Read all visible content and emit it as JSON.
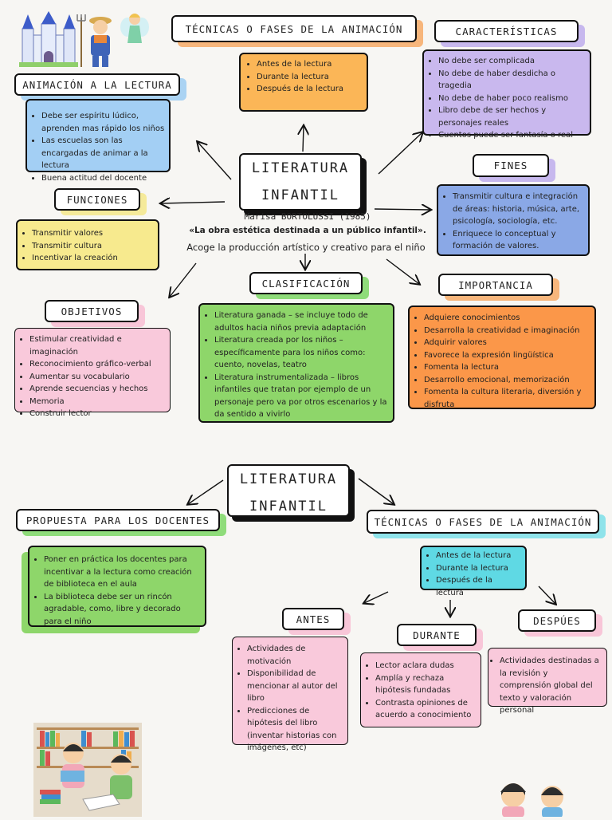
{
  "top_map": {
    "center_title": [
      "LITERATURA",
      "INFANTIL"
    ],
    "author": "Marisa BORTOLUSSI (1985)",
    "quote": "«La obra estética destinada a un público infantil».",
    "description": "Acoge la producción artístico y creativo para el niño",
    "tecnicas": {
      "title": "TÉCNICAS O FASES DE LA ANIMACIÓN",
      "items": [
        "Antes de la lectura",
        "Durante la lectura",
        "Después de la lectura"
      ]
    },
    "caracteristicas": {
      "title": "CARACTERÍSTICAS",
      "items": [
        "No debe ser complicada",
        "No debe de haber desdicha o tragedia",
        "No debe de haber poco realismo",
        "Libro debe de ser hechos y personajes reales",
        "Cuentos puede ser fantasía o real"
      ]
    },
    "animacion": {
      "title": "ANIMACIÓN A LA LECTURA",
      "items": [
        "Debe ser espíritu lúdico, aprenden mas rápido los niños",
        " Las escuelas son las encargadas de animar a la lectura",
        "Buena actitud del docente"
      ]
    },
    "fines": {
      "title": "FINES",
      "items": [
        "Transmitir cultura e integración de áreas: historia, música, arte, psicología, sociología, etc.",
        "Enriquece lo conceptual y formación de valores."
      ]
    },
    "funciones": {
      "title": "FUNCIONES",
      "items": [
        "Transmitir valores",
        "Transmitir cultura",
        "Incentivar la creación"
      ]
    },
    "objetivos": {
      "title": "OBJETIVOS",
      "items": [
        "Estimular creatividad e imaginación",
        "Reconocimiento gráfico-verbal",
        "Aumentar su vocabulario",
        "Aprende secuencias y hechos",
        "Memoria",
        "Construir lector"
      ]
    },
    "clasificacion": {
      "title": "CLASIFICACIÓN",
      "items": [
        "Literatura ganada – se incluye todo de adultos hacia niños previa adaptación",
        "Literatura creada por los niños – específicamente para los niños como: cuento, novelas, teatro",
        "Literatura instrumentalizada – libros infantiles que tratan por ejemplo de un personaje pero va por otros escenarios y la da sentido a vivirlo"
      ]
    },
    "importancia": {
      "title": "IMPORTANCIA",
      "items": [
        "Adquiere conocimientos",
        "Desarrolla la creatividad e imaginación",
        "Adquirir valores",
        "Favorece la expresión lingüística",
        "Fomenta la lectura",
        "Desarrollo emocional, memorización",
        "Fomenta la cultura literaria, diversión y disfruta"
      ]
    }
  },
  "bottom_map": {
    "center_title": [
      "LITERATURA",
      "INFANTIL"
    ],
    "propuesta": {
      "title": "PROPUESTA PARA LOS DOCENTES",
      "items": [
        "Poner en práctica los docentes para incentivar a la lectura como creación de biblioteca en el aula",
        "La biblioteca debe ser un rincón agradable, como, libre y decorado para el niño"
      ]
    },
    "tecnicas": {
      "title": "TÉCNICAS O FASES DE LA ANIMACIÓN",
      "items": [
        "Antes de la lectura",
        "Durante la lectura",
        "Después de la lectura"
      ]
    },
    "antes": {
      "title": "ANTES",
      "items": [
        "Actividades de motivación",
        "Disponibilidad de mencionar al autor del libro",
        "Predicciones de hipótesis del libro",
        "(inventar historias con imágenes, etc)"
      ]
    },
    "durante": {
      "title": "DURANTE",
      "items": [
        "Lector aclara dudas",
        "Amplía y rechaza hipótesis fundadas",
        "Contrasta opiniones de acuerdo a conocimiento"
      ]
    },
    "despues": {
      "title": "DESPÚES",
      "items": [
        "Actividades destinadas a la revisión y comprensión global del texto y valoración personal"
      ]
    }
  },
  "colors": {
    "orange": "#fbb657",
    "purple": "#c9b8ee",
    "blue": "#a3cff4",
    "steel": "#8aa8e6",
    "yellow": "#f7ea8e",
    "pink": "#f9c9db",
    "green": "#8ed66a",
    "deep_orange": "#fb9749",
    "cyan": "#5fd9e4"
  },
  "decorations": [
    "castle-illustration",
    "farmer-illustration",
    "fairy-illustration",
    "children-reading-illustration",
    "two-kids-illustration"
  ]
}
